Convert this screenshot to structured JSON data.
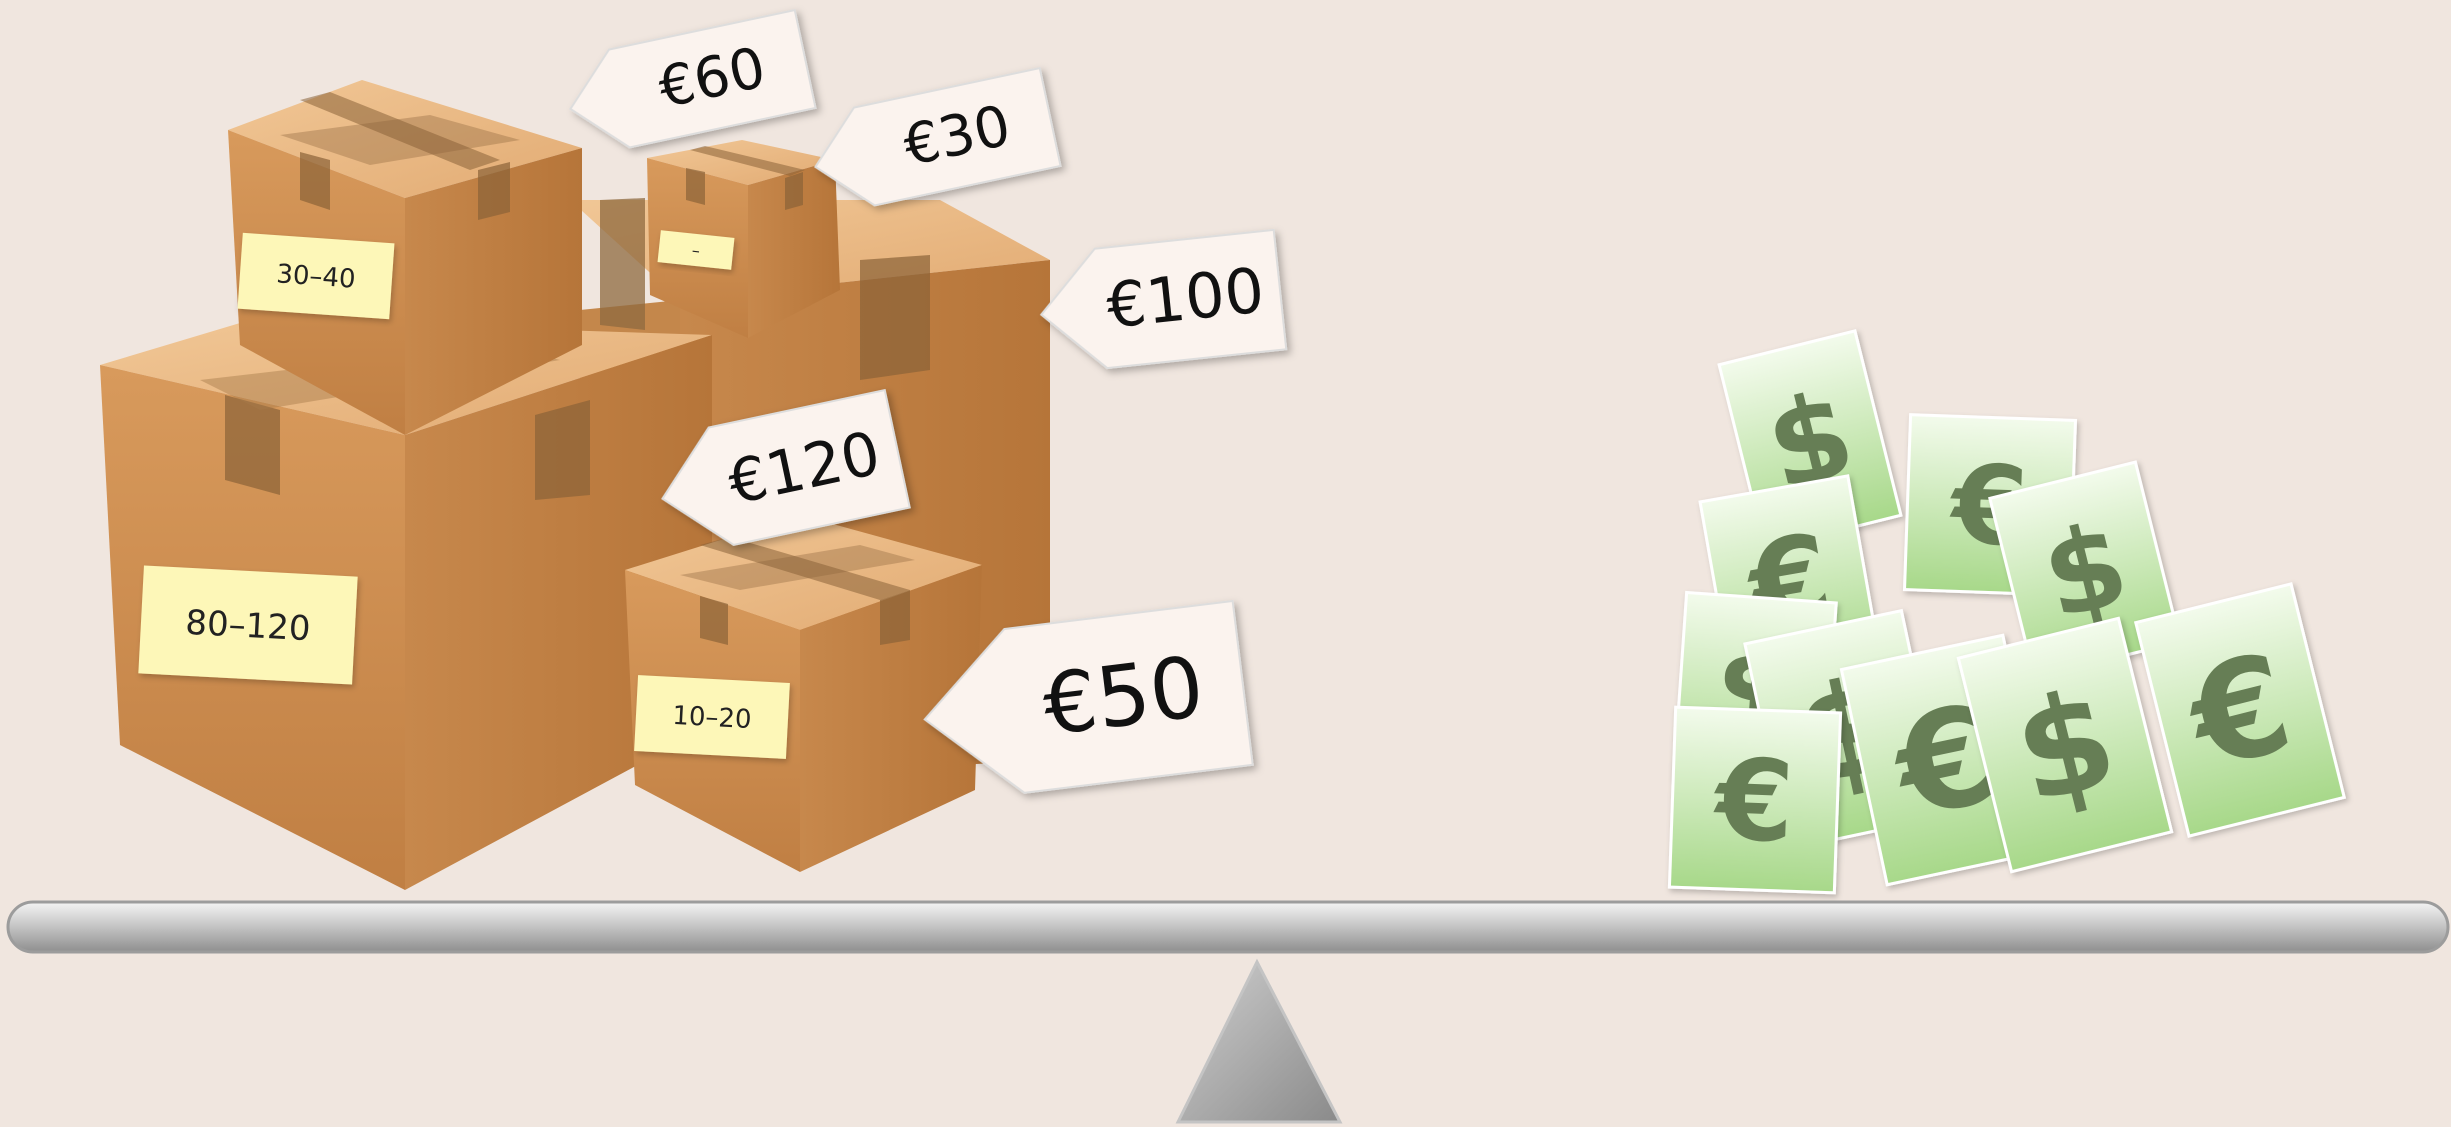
{
  "boxes": {
    "large": {
      "label": "80–120",
      "price": "€120"
    },
    "top_left": {
      "label": "30–40",
      "price": "€60"
    },
    "small_top": {
      "label": "–",
      "price": "€30"
    },
    "back_right": {
      "price": "€100"
    },
    "front_right": {
      "label": "10–20",
      "price": "€50"
    }
  },
  "money": {
    "bills": [
      {
        "symbol": "$"
      },
      {
        "symbol": "€"
      },
      {
        "symbol": "$"
      },
      {
        "symbol": "€"
      },
      {
        "symbol": "$"
      },
      {
        "symbol": "$"
      },
      {
        "symbol": "€"
      },
      {
        "symbol": "€"
      },
      {
        "symbol": "$"
      },
      {
        "symbol": "€"
      }
    ]
  },
  "colors": {
    "background": "#f0e6df",
    "box_front": "#c98a4e",
    "box_side": "#b9783f",
    "box_top": "#eab784",
    "tape": "#8a6238",
    "note": "#fdf7b8",
    "tag": "#fbf3ee",
    "bill_light": "#eaf6dc",
    "bill_dark": "#a9d98a",
    "symbol": "#667e55",
    "beam": "#b5b5b5",
    "fulcrum": "#a2a2a2"
  }
}
